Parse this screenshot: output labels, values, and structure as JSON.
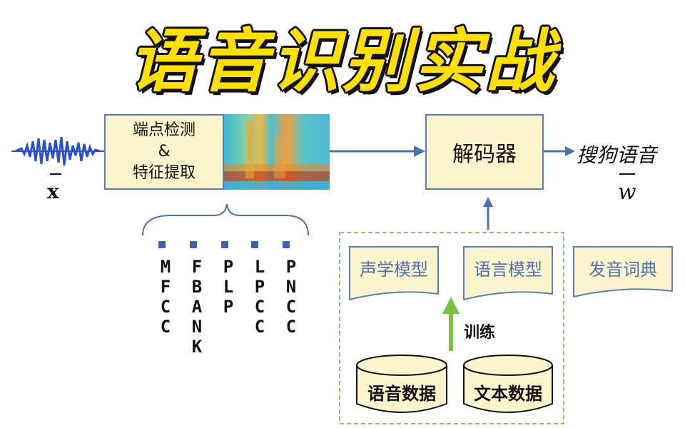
{
  "title": "语音识别实战",
  "feature_box": {
    "line1": "端点检测",
    "line2": "&",
    "line3": "特征提取"
  },
  "decoder": "解码器",
  "output_text": "搜狗语音",
  "input_symbol": "x",
  "output_symbol": "w",
  "features": [
    {
      "letters": [
        "M",
        "F",
        "C",
        "C"
      ]
    },
    {
      "letters": [
        "F",
        "B",
        "A",
        "N",
        "K"
      ]
    },
    {
      "letters": [
        "P",
        "L",
        "P"
      ]
    },
    {
      "letters": [
        "L",
        "P",
        "C",
        "C"
      ]
    },
    {
      "letters": [
        "P",
        "N",
        "C",
        "C"
      ]
    }
  ],
  "models": {
    "acoustic": "声学模型",
    "language": "语言模型",
    "lexicon": "发音词典"
  },
  "training_label": "训练",
  "databases": {
    "speech": "语音数据",
    "text": "文本数据"
  },
  "colors": {
    "title": "#ffe000",
    "box_fill": "#fcf4cc",
    "box_border": "#5a7db5",
    "arrow": "#4a72b0",
    "train_arrow": "#7ac143",
    "dashed": "#8dc26f"
  }
}
